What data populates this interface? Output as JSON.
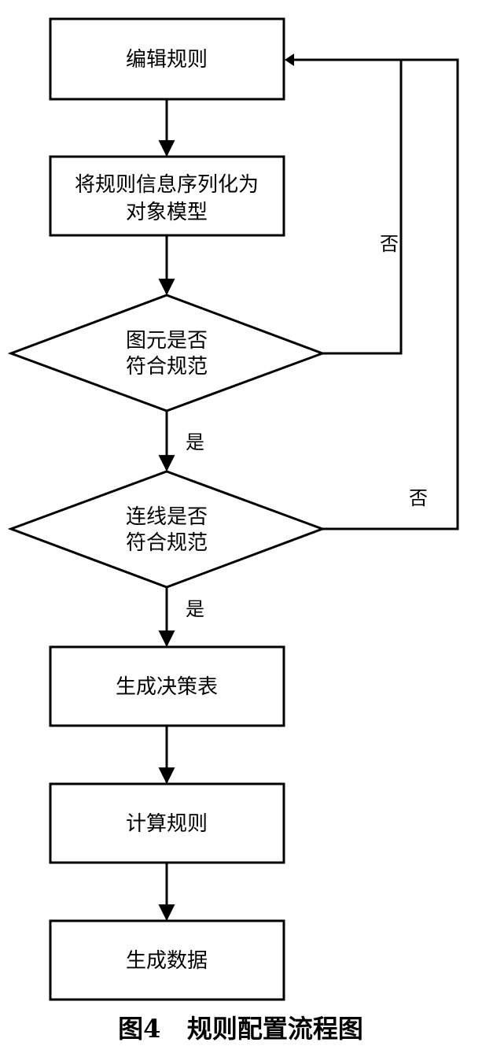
{
  "diagram": {
    "nodes": {
      "edit_rule": [
        "编辑规则"
      ],
      "serialize": [
        "将规则信息序列化为",
        "对象模型"
      ],
      "check_element": [
        "图元是否",
        "符合规范"
      ],
      "check_link": [
        "连线是否",
        "符合规范"
      ],
      "gen_table": [
        "生成决策表"
      ],
      "calc_rule": [
        "计算规则"
      ],
      "gen_data": [
        "生成数据"
      ]
    },
    "edge_labels": {
      "element_yes": "是",
      "element_no": "否",
      "link_yes": "是",
      "link_no": "否"
    },
    "caption": "图4   规则配置流程图",
    "colors": {
      "stroke": "#000000",
      "fill": "#ffffff"
    }
  }
}
